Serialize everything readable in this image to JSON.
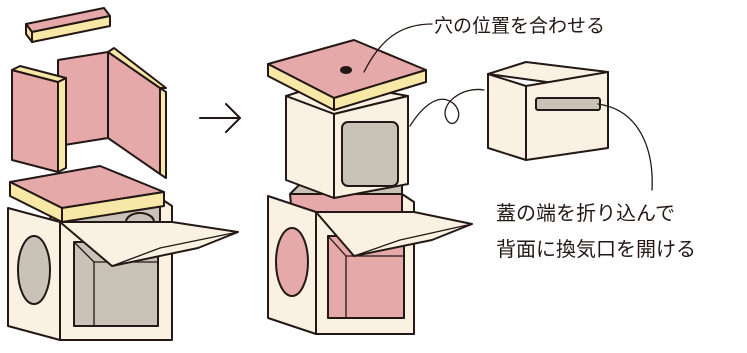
{
  "colors": {
    "pink": "#e6a9aa",
    "cream": "#fbf1e2",
    "yellow": "#f8e8a8",
    "gray": "#c9c2b7",
    "outline": "#231815"
  },
  "arrow": {
    "icon": "right-arrow-icon",
    "glyph": "→"
  },
  "annotations": {
    "align_holes": "穴の位置を合わせる",
    "vent_line1": "蓋の端を折り込んで",
    "vent_line2": "背面に換気口を開ける"
  }
}
